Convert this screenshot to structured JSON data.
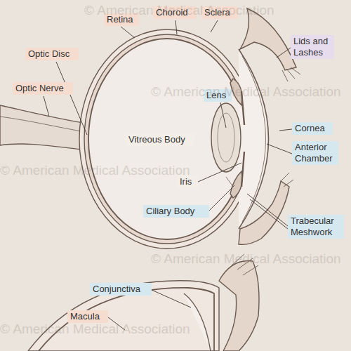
{
  "diagram": {
    "nodes": [
      {
        "text": [
          "Retina"
        ]
      },
      {
        "text": [
          "Choroid"
        ]
      },
      {
        "text": [
          "Sclera"
        ]
      },
      {
        "text": [
          "Lids and Lashes"
        ]
      },
      {
        "text": [
          "Optic Disc"
        ]
      },
      {
        "text": [
          "Optic Nerve"
        ]
      },
      {
        "text": [
          "Lens"
        ]
      },
      {
        "text": [
          "Cornea"
        ]
      },
      {
        "text": [
          "Vitreous Body"
        ]
      },
      {
        "text": [
          "Anterior Chamber"
        ]
      },
      {
        "text": [
          "Iris"
        ]
      },
      {
        "text": [
          "Ciliary Body"
        ]
      },
      {
        "text": [
          "Trabecular Meshwork"
        ]
      },
      {
        "text": [
          "Conjunctiva"
        ]
      },
      {
        "text": [
          "Macula"
        ]
      }
    ],
    "labels": [
      "© American Medical Association",
      "© American Medical Association",
      "© American Medical Association",
      "© American Medical Association",
      "© American Medical Association"
    ]
  }
}
